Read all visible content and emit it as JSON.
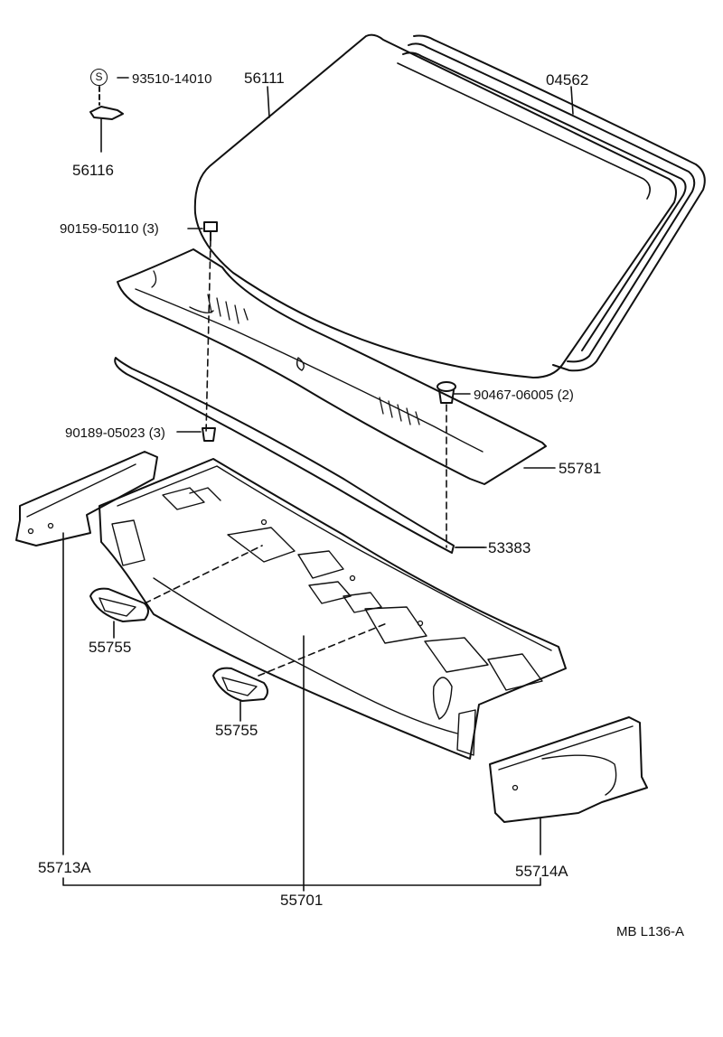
{
  "diagram": {
    "parts": {
      "clip_top": "93510-14010",
      "windshield_glass": "56111",
      "weatherstrip": "04562",
      "clip_bracket": "56116",
      "screw": "90159-50110 (3)",
      "grommet": "90467-06005 (2)",
      "nut": "90189-05023 (3)",
      "cowl_top_ventilator_louver": "55781",
      "seal": "53383",
      "seal_pad_left": "55755",
      "seal_pad_right": "55755",
      "side_panel_left": "55713A",
      "side_panel_right": "55714A",
      "cowl_panel_assembly": "55701"
    },
    "s_symbol": "S",
    "drawing_code": "MB L136-A"
  }
}
